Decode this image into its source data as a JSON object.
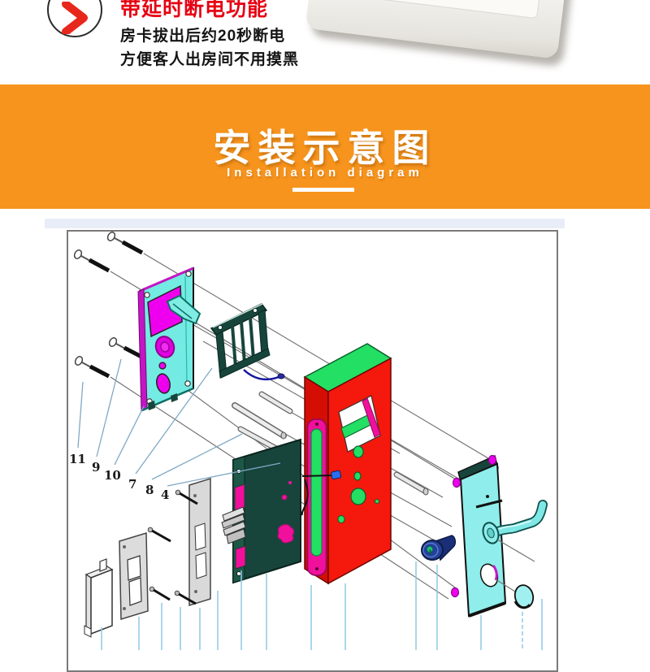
{
  "promo": {
    "title": "带延时断电功能",
    "line1": "房卡拔出后约20秒断电",
    "line2": "方便客人出房间不用摸黑"
  },
  "banner": {
    "title": "安装示意图",
    "subtitle": "Installation diagram"
  },
  "diagram": {
    "part_labels": [
      "11",
      "9",
      "10",
      "7",
      "8",
      "4"
    ]
  },
  "colors": {
    "accent_orange": "#f7941d",
    "title_red": "#e60012",
    "panel_cyan": "#73ebe2",
    "magenta": "#ee00ee",
    "door_red": "#f5180c",
    "top_green": "#23df63",
    "mortise_green": "#17453c",
    "cylinder_blue": "#24409a"
  }
}
